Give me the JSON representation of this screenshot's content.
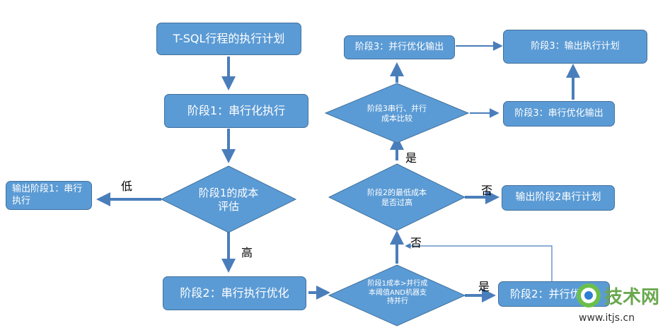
{
  "nodes": {
    "start": "T-SQL行程的执行计划",
    "stage1_serial": "阶段1：串行化执行",
    "stage1_cost_eval": "阶段1的成本评估",
    "output_stage1": "输出阶段1：串行执行",
    "stage2_opt": "阶段2：串行执行优化",
    "cost_check": "阶段1成本>并行成本阈值AND机器支持并行",
    "stage2_parallel": "阶段2：并行优化",
    "stage2_min_cost": "阶段2的最低成本是否过高",
    "output_stage2": "输出阶段2串行计划",
    "stage3_compare": "阶段3串行、并行成本比较",
    "stage3_serial_out": "阶段3：串行优化输出",
    "stage3_parallel_out": "阶段3：并行优化输出",
    "stage3_exec_out": "阶段3：输出执行计划"
  },
  "labels": {
    "low": "低",
    "high": "高",
    "yes_bottom": "是",
    "no_bottom": "否",
    "no_right": "否",
    "yes_top": "是"
  },
  "watermark": {
    "brand": "技术网",
    "url": "www.itjs.cn"
  },
  "colors": {
    "fill": "#5b9bd5",
    "border": "#41719c",
    "arrow": "#4a7ebb",
    "text": "#ffffff"
  }
}
